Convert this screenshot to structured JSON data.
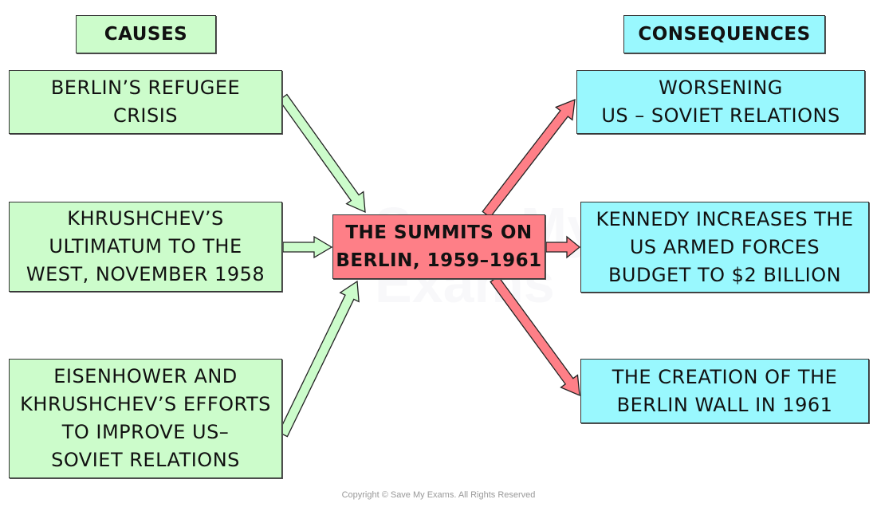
{
  "diagram": {
    "headers": {
      "causes": "CAUSES",
      "consequences": "CONSEQUENCES"
    },
    "center": {
      "lines": [
        "THE SUMMITS ON",
        "BERLIN, 1959–1961"
      ],
      "color": "#fe7f87"
    },
    "causes": [
      {
        "lines": [
          "BERLIN’S REFUGEE",
          "CRISIS"
        ]
      },
      {
        "lines": [
          "KHRUSHCHEV’S",
          "ULTIMATUM TO THE",
          "WEST, NOVEMBER 1958"
        ]
      },
      {
        "lines": [
          "EISENHOWER AND",
          "KHRUSHCHEV’S EFFORTS",
          "TO IMPROVE US–",
          "SOVIET RELATIONS"
        ]
      }
    ],
    "consequences": [
      {
        "lines": [
          "WORSENING",
          "US – SOVIET RELATIONS"
        ]
      },
      {
        "lines": [
          "KENNEDY INCREASES THE",
          "US ARMED FORCES",
          "BUDGET TO $2 BILLION"
        ]
      },
      {
        "lines": [
          "THE CREATION OF THE",
          "BERLIN WALL IN 1961"
        ]
      }
    ],
    "colors": {
      "cause_fill": "#ccfccb",
      "consequence_fill": "#99f8fe",
      "center_fill": "#fe7f87"
    },
    "watermark": [
      "Save My",
      "Exams"
    ],
    "copyright": "Copyright © Save My Exams. All Rights Reserved"
  }
}
